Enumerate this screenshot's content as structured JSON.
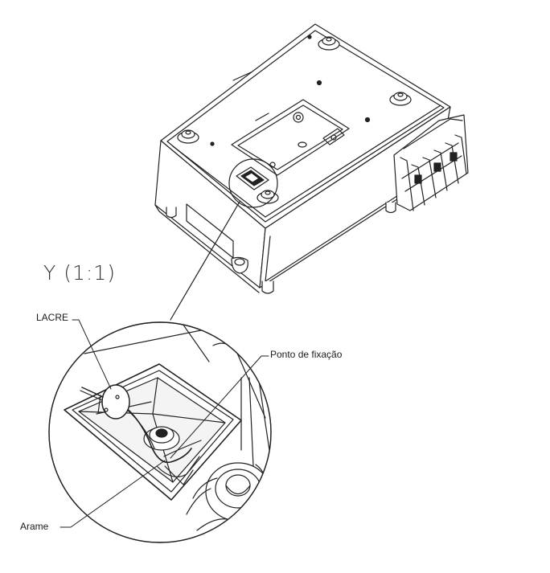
{
  "view_label": "Y (1:1)",
  "callouts": {
    "seal": "LACRE",
    "fixing_point": "Ponto de fixação",
    "wire": "Arame"
  },
  "colors": {
    "line": "#222222",
    "fill": "#ffffff",
    "shade": "#c9c9c9"
  }
}
